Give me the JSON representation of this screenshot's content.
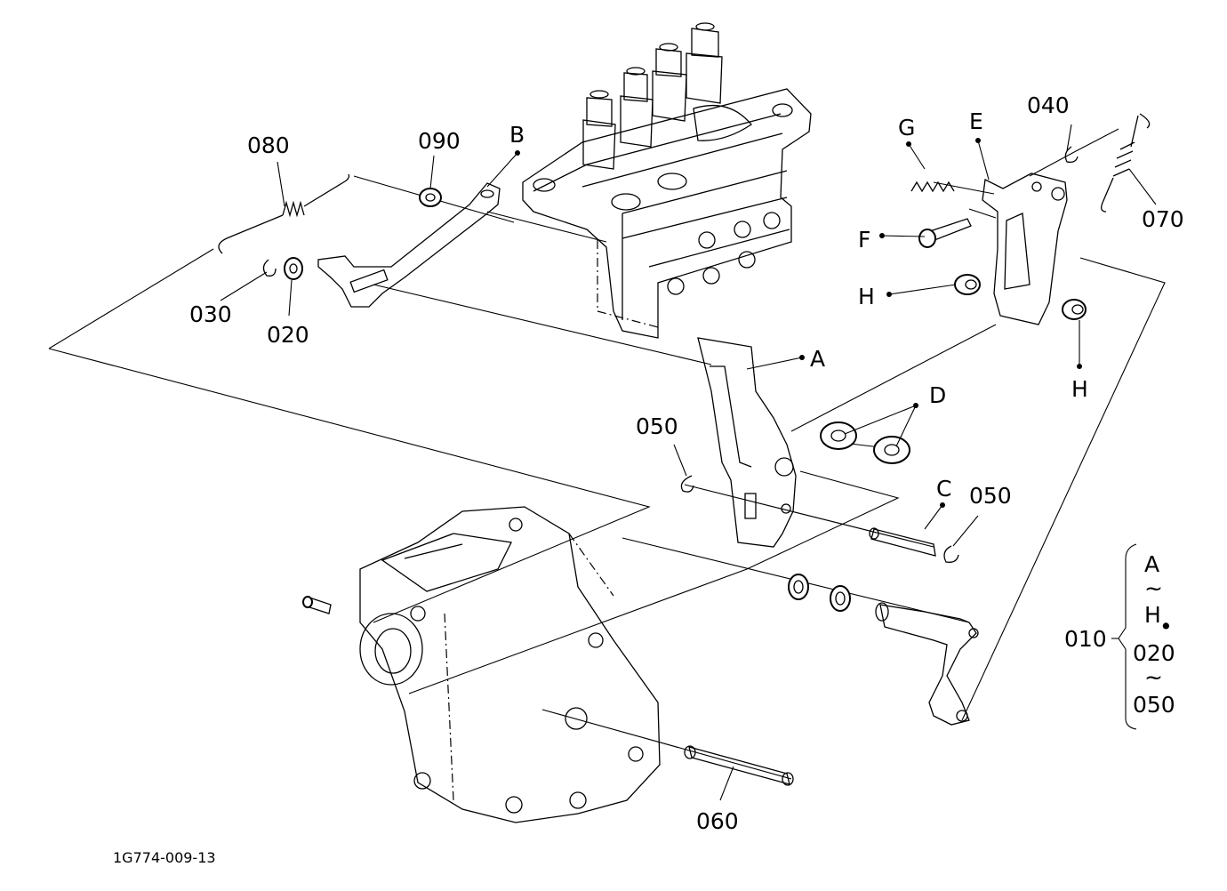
{
  "diagram": {
    "drawing_code": "1G774-009-13",
    "part_numbers": {
      "p080": "080",
      "p090": "090",
      "p030": "030",
      "p020": "020",
      "p050_left": "050",
      "p050_right": "050",
      "p060": "060",
      "p040": "040",
      "p070": "070",
      "p010": "010"
    },
    "letter_labels": {
      "B": "B",
      "A": "A",
      "C": "C",
      "D": "D",
      "E": "E",
      "F": "F",
      "G": "G",
      "H_left": "H",
      "H_right": "H"
    },
    "kit_bracket": {
      "from_letter": "A",
      "tilde": "~",
      "to_letter": "H",
      "dot": "•",
      "from_number": "020",
      "to_number": "050"
    }
  }
}
